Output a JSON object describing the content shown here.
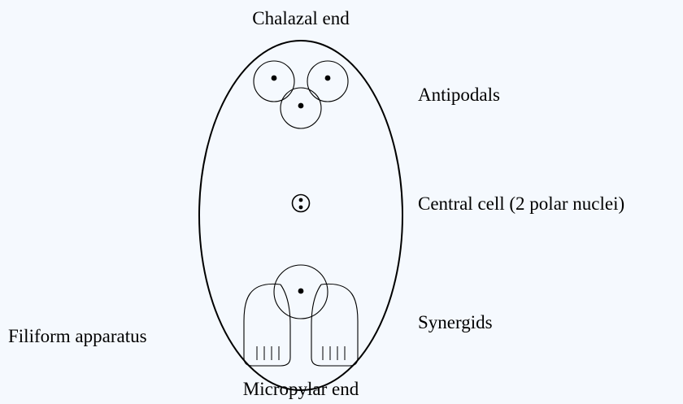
{
  "labels": {
    "chalazal_end": "Chalazal end",
    "antipodals": "Antipodals",
    "central_cell": "Central cell (2 polar nuclei)",
    "synergids": "Synergids",
    "filiform_apparatus": "Filiform apparatus",
    "micropylar_end": "Micropylar end"
  },
  "colors": {
    "background": "#f5f9fe",
    "stroke": "#000000"
  }
}
